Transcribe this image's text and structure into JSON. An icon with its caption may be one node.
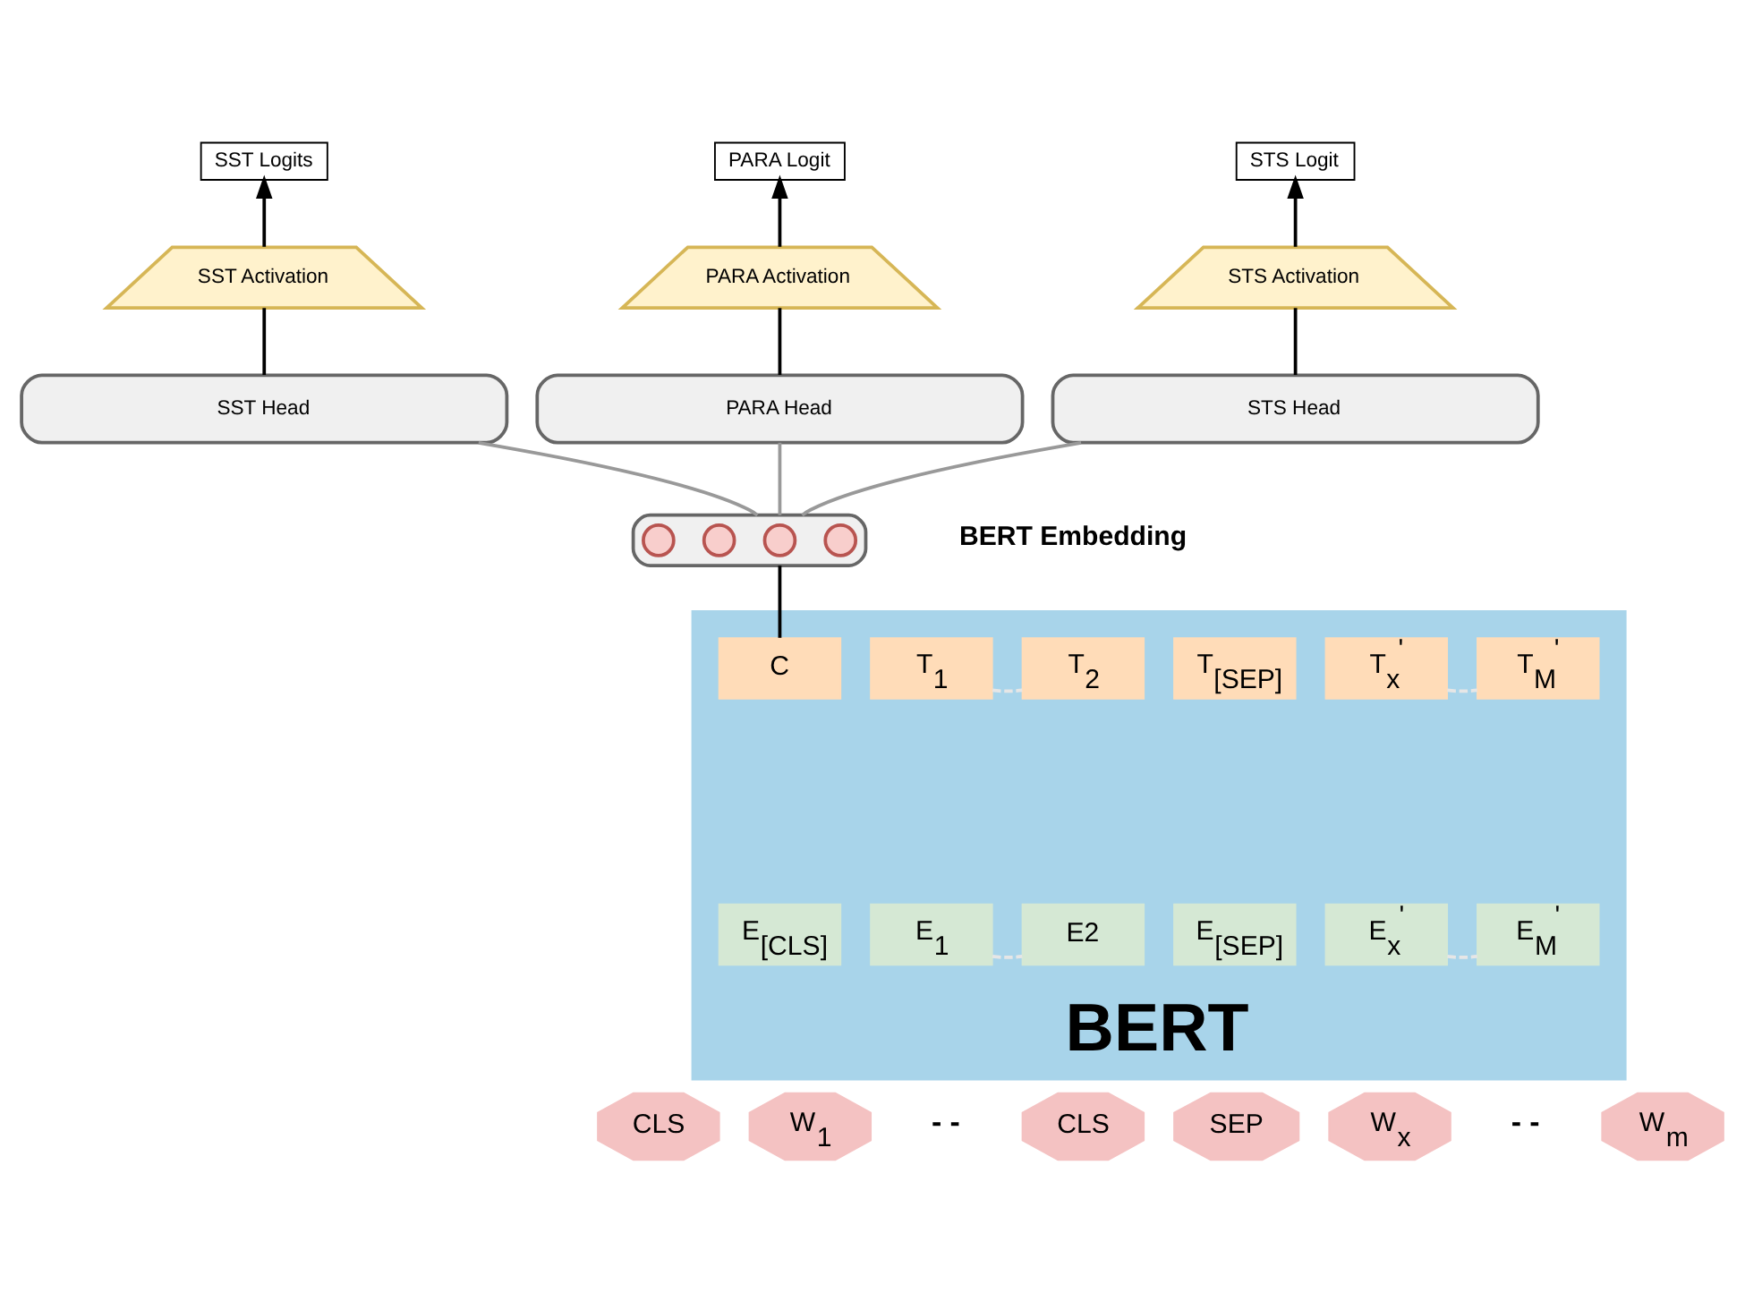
{
  "diagram": {
    "nodes": [
      {
        "text": [
          "SST Logits"
        ]
      },
      {
        "text": [
          "PARA Logit"
        ]
      },
      {
        "text": [
          "STS Logit"
        ]
      },
      {
        "text": [
          "SST Activation"
        ]
      },
      {
        "text": [
          "PARA Activation"
        ]
      },
      {
        "text": [
          "STS Activation"
        ]
      },
      {
        "text": [
          "SST Head"
        ]
      },
      {
        "text": [
          "PARA Head"
        ]
      },
      {
        "text": [
          "STS Head"
        ]
      },
      {
        "text": [],
        "shape": "box",
        "beside": [
          "BERT Embedding"
        ]
      },
      {
        "text": [],
        "shape": "circle",
        "in": 9
      },
      {
        "text": [],
        "shape": "circle",
        "in": 9
      },
      {
        "text": [],
        "shape": "circle",
        "in": 9
      },
      {
        "text": [],
        "shape": "circle",
        "in": 9
      },
      {
        "text": [
          "BERT"
        ]
      },
      {
        "text": [
          "C"
        ],
        "in": 14
      },
      {
        "text": [
          "T$_{1}$"
        ],
        "in": 14
      },
      {
        "text": [
          "T$_{2}$"
        ],
        "in": 14
      },
      {
        "text": [
          "T$_{[SEP]}$"
        ],
        "in": 14
      },
      {
        "text": [
          "T$_{x}$$^{'}$"
        ],
        "in": 14
      },
      {
        "text": [
          "T$_{M}$$^{'}$"
        ],
        "in": 14
      },
      {
        "text": [
          "E$_{[CLS]}$"
        ],
        "in": 14
      },
      {
        "text": [
          "E$_{1}$"
        ],
        "in": 14
      },
      {
        "text": [
          "E2"
        ],
        "in": 14
      },
      {
        "text": [
          "E$_{[SEP]}$"
        ],
        "in": 14
      },
      {
        "text": [
          "E$_{x}$$^{'}$"
        ],
        "in": 14
      },
      {
        "text": [
          "E$_{M}$$^{'}$"
        ],
        "in": 14
      },
      {
        "text": [
          "CLS"
        ]
      },
      {
        "text": [
          "W$_{1}$"
        ]
      },
      {
        "text": [
          "CLS"
        ]
      },
      {
        "text": [
          "SEP"
        ]
      },
      {
        "text": [
          "W$_{x}$"
        ]
      },
      {
        "text": [
          "W$_{m}$"
        ]
      }
    ],
    "edges": [
      {
        "from": 6,
        "to": 3,
        "arrow": "none"
      },
      {
        "from": 7,
        "to": 4,
        "arrow": "none"
      },
      {
        "from": 8,
        "to": 5,
        "arrow": "none"
      },
      {
        "from": 3,
        "to": 0,
        "arrow": "to"
      },
      {
        "from": 4,
        "to": 1,
        "arrow": "to"
      },
      {
        "from": 5,
        "to": 2,
        "arrow": "to"
      },
      {
        "from": 9,
        "to": 6,
        "arrow": "none",
        "color": "#999999"
      },
      {
        "from": 9,
        "to": 7,
        "arrow": "none",
        "color": "#999999"
      },
      {
        "from": 9,
        "to": 8,
        "arrow": "none",
        "color": "#999999"
      },
      {
        "from": 15,
        "to": 9,
        "arrow": "none"
      },
      {
        "from": 16,
        "to": 17,
        "arrow": "none",
        "style": "dashed",
        "color": "#e6e6e6"
      },
      {
        "from": 19,
        "to": 20,
        "arrow": "none",
        "style": "dashed",
        "color": "#e6e6e6"
      },
      {
        "from": 22,
        "to": 23,
        "arrow": "none",
        "style": "dashed",
        "color": "#e6e6e6"
      },
      {
        "from": 25,
        "to": 26,
        "arrow": "none",
        "style": "dashed",
        "color": "#e6e6e6"
      }
    ],
    "labels": [
      "- -",
      "- -"
    ]
  }
}
